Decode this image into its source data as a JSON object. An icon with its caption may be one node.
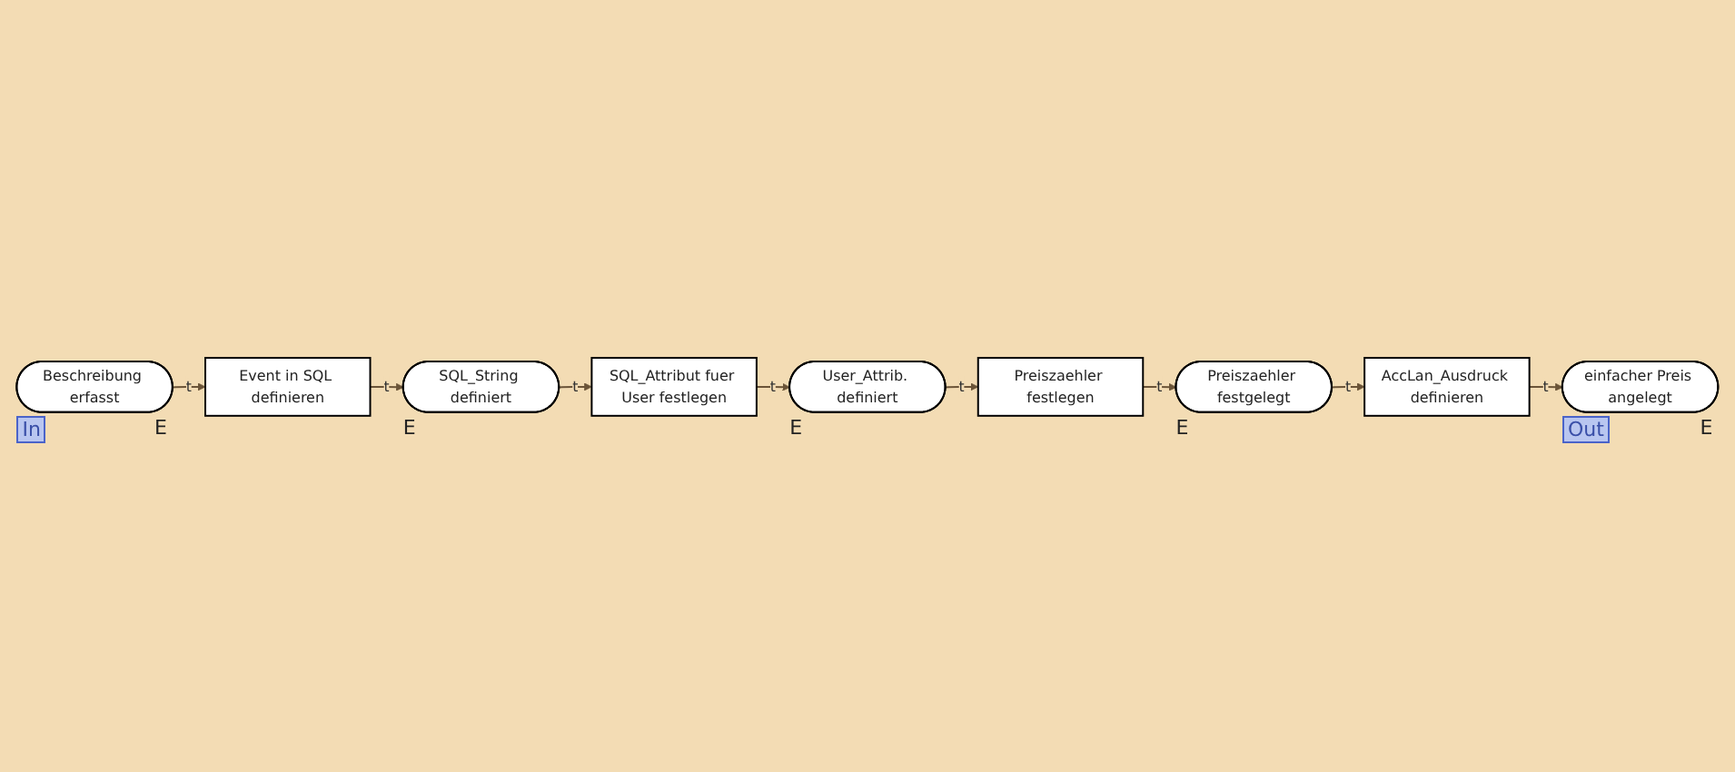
{
  "diagram": {
    "nodes": [
      {
        "text": [
          "Beschreibung erfasst"
        ],
        "beside": [
          "In",
          "E"
        ]
      },
      {
        "text": [
          "Event in SQL definieren"
        ]
      },
      {
        "text": [
          "SQL_String definiert"
        ],
        "beside": [
          "E"
        ]
      },
      {
        "text": [
          "SQL_Attribut fuer User festlegen"
        ]
      },
      {
        "text": [
          "User_Attrib. definiert"
        ],
        "beside": [
          "E"
        ]
      },
      {
        "text": [
          "Preiszaehler festlegen"
        ]
      },
      {
        "text": [
          "Preiszaehler festgelegt"
        ],
        "beside": [
          "E"
        ]
      },
      {
        "text": [
          "AccLan_Ausdruck definieren"
        ]
      },
      {
        "text": [
          "einfacher Preis angelegt"
        ],
        "beside": [
          "Out",
          "E"
        ]
      }
    ],
    "edges": [
      {
        "from": 0,
        "to": 1,
        "arrow": "to",
        "label": "t"
      },
      {
        "from": 1,
        "to": 2,
        "arrow": "to",
        "label": "t"
      },
      {
        "from": 2,
        "to": 3,
        "arrow": "to",
        "label": "t"
      },
      {
        "from": 3,
        "to": 4,
        "arrow": "to",
        "label": "t"
      },
      {
        "from": 4,
        "to": 5,
        "arrow": "to",
        "label": "t"
      },
      {
        "from": 5,
        "to": 6,
        "arrow": "to",
        "label": "t"
      },
      {
        "from": 6,
        "to": 7,
        "arrow": "to",
        "label": "t"
      },
      {
        "from": 7,
        "to": 8,
        "arrow": "to",
        "label": "t"
      }
    ]
  }
}
